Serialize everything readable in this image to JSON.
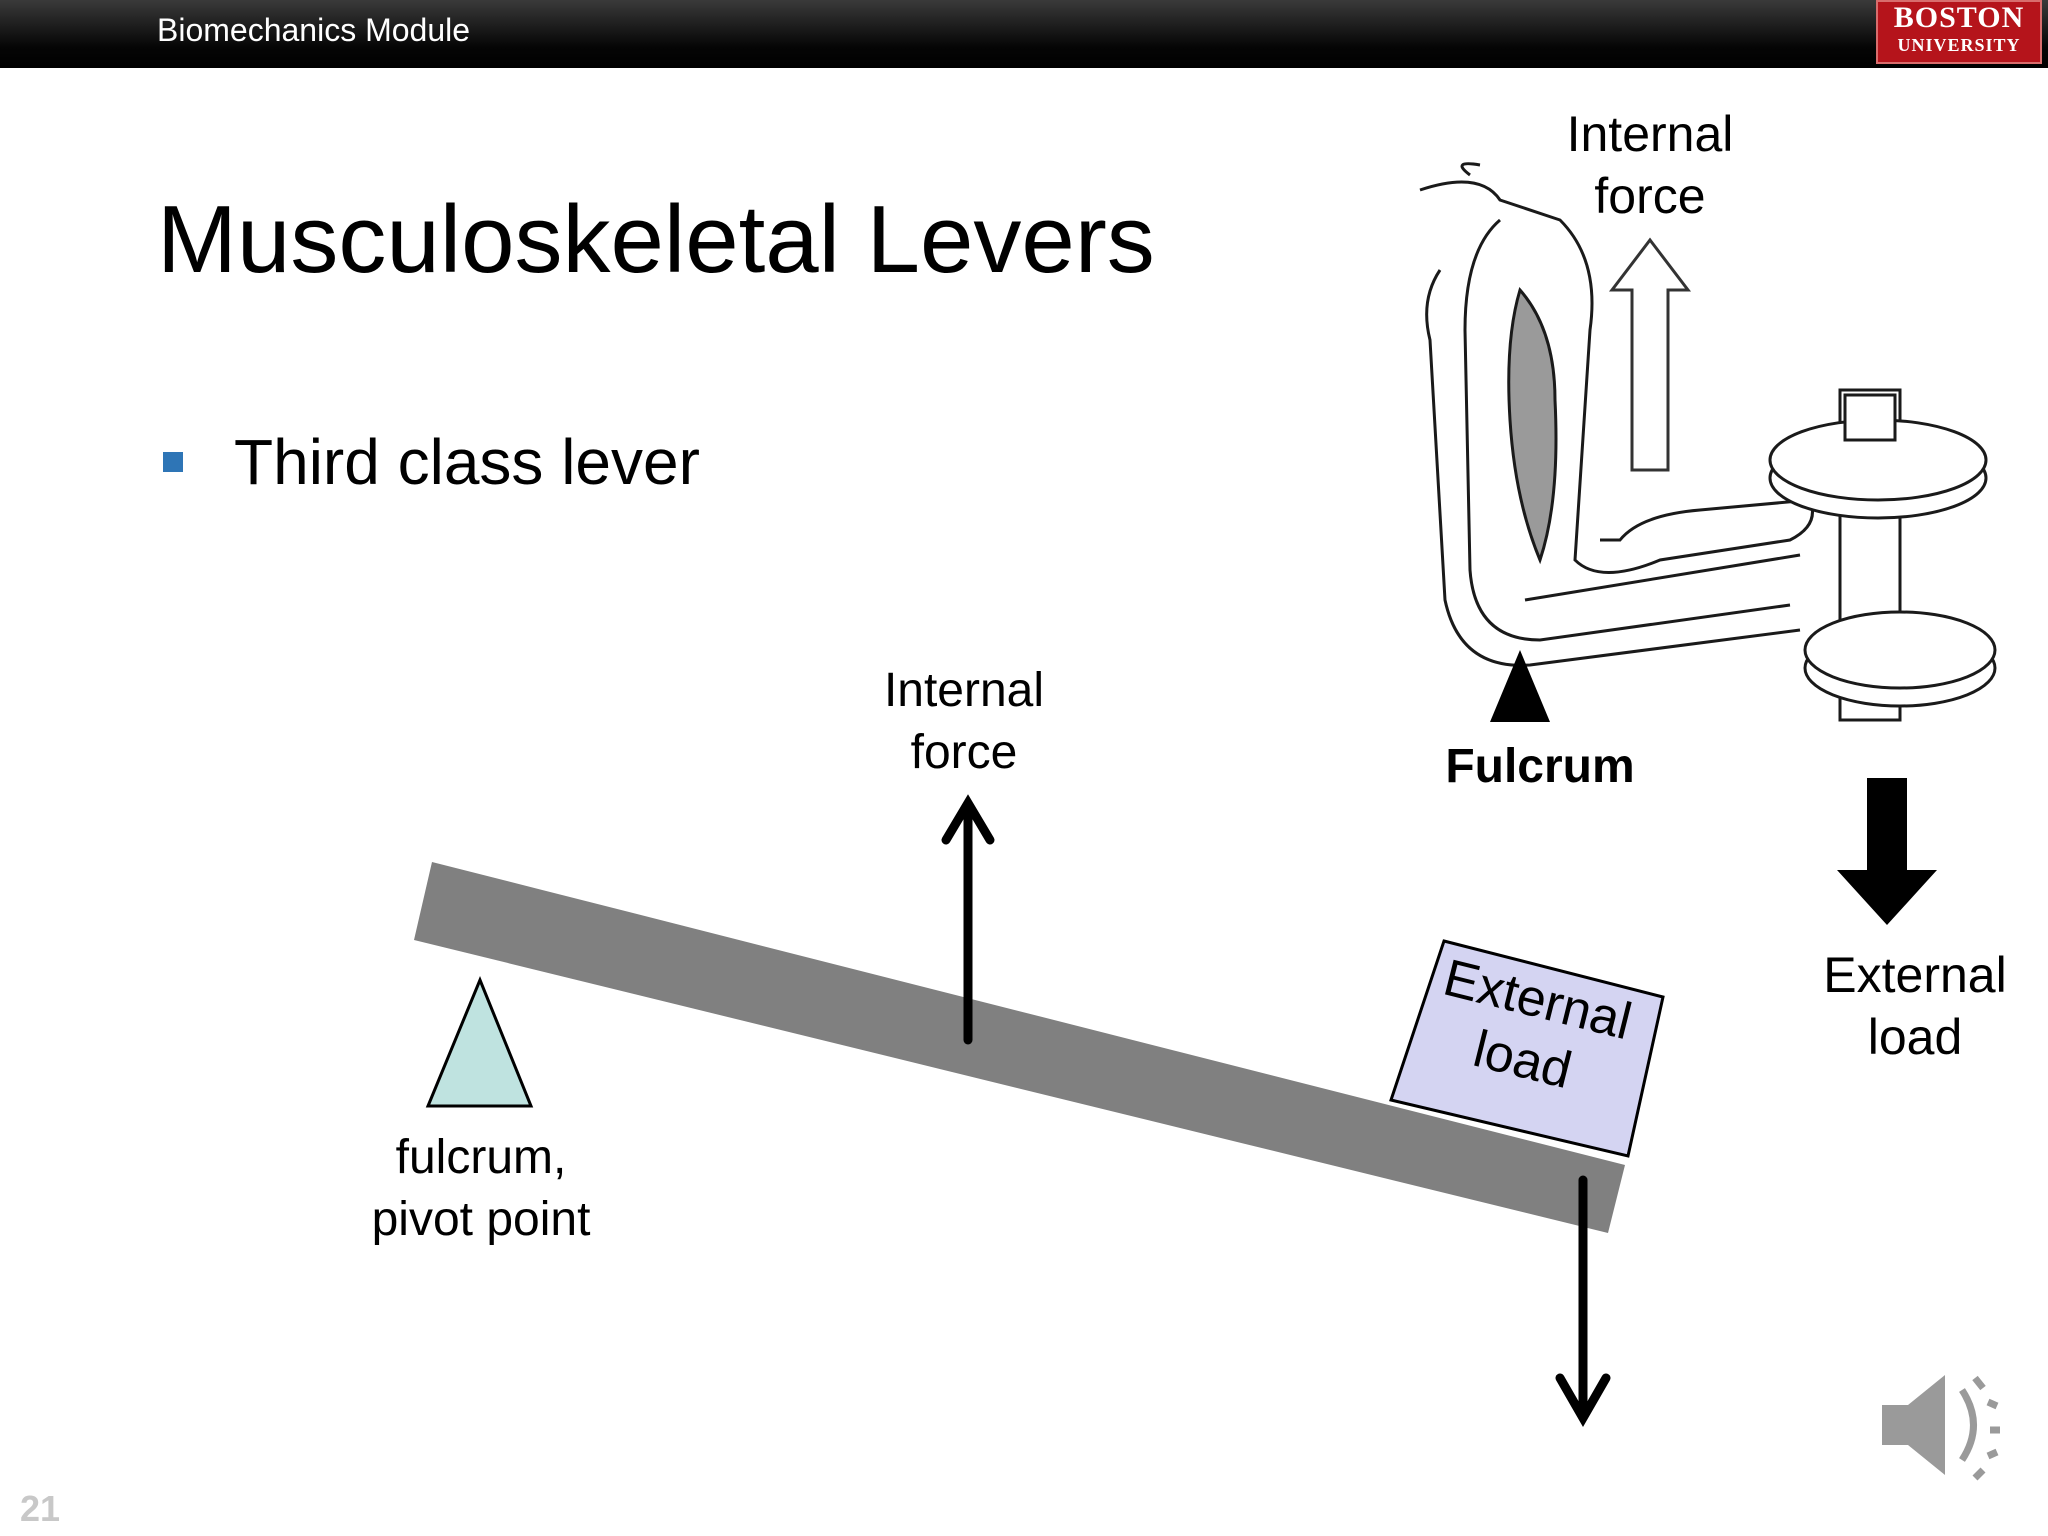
{
  "header": {
    "module_title": "Biomechanics Module",
    "logo": {
      "line1": "BOSTON",
      "line2": "UNIVERSITY",
      "color": "#b5141b"
    }
  },
  "slide": {
    "title": "Musculoskeletal Levers",
    "bullet": "Third class lever",
    "bullet_color": "#2e75b6",
    "number": "21"
  },
  "diagram": {
    "internal_force": [
      "Internal",
      "force"
    ],
    "fulcrum": [
      "fulcrum,",
      "pivot point"
    ],
    "external_load": [
      "External",
      "load"
    ],
    "colors": {
      "lever": "#808080",
      "fulcrum": "#bfe3e0",
      "load_box": "#d4d4f2"
    }
  },
  "illustration": {
    "internal_force": [
      "Internal",
      "force"
    ],
    "fulcrum": "Fulcrum",
    "external_load": [
      "External",
      "load"
    ]
  },
  "audio": {
    "icon": "speaker-icon"
  }
}
